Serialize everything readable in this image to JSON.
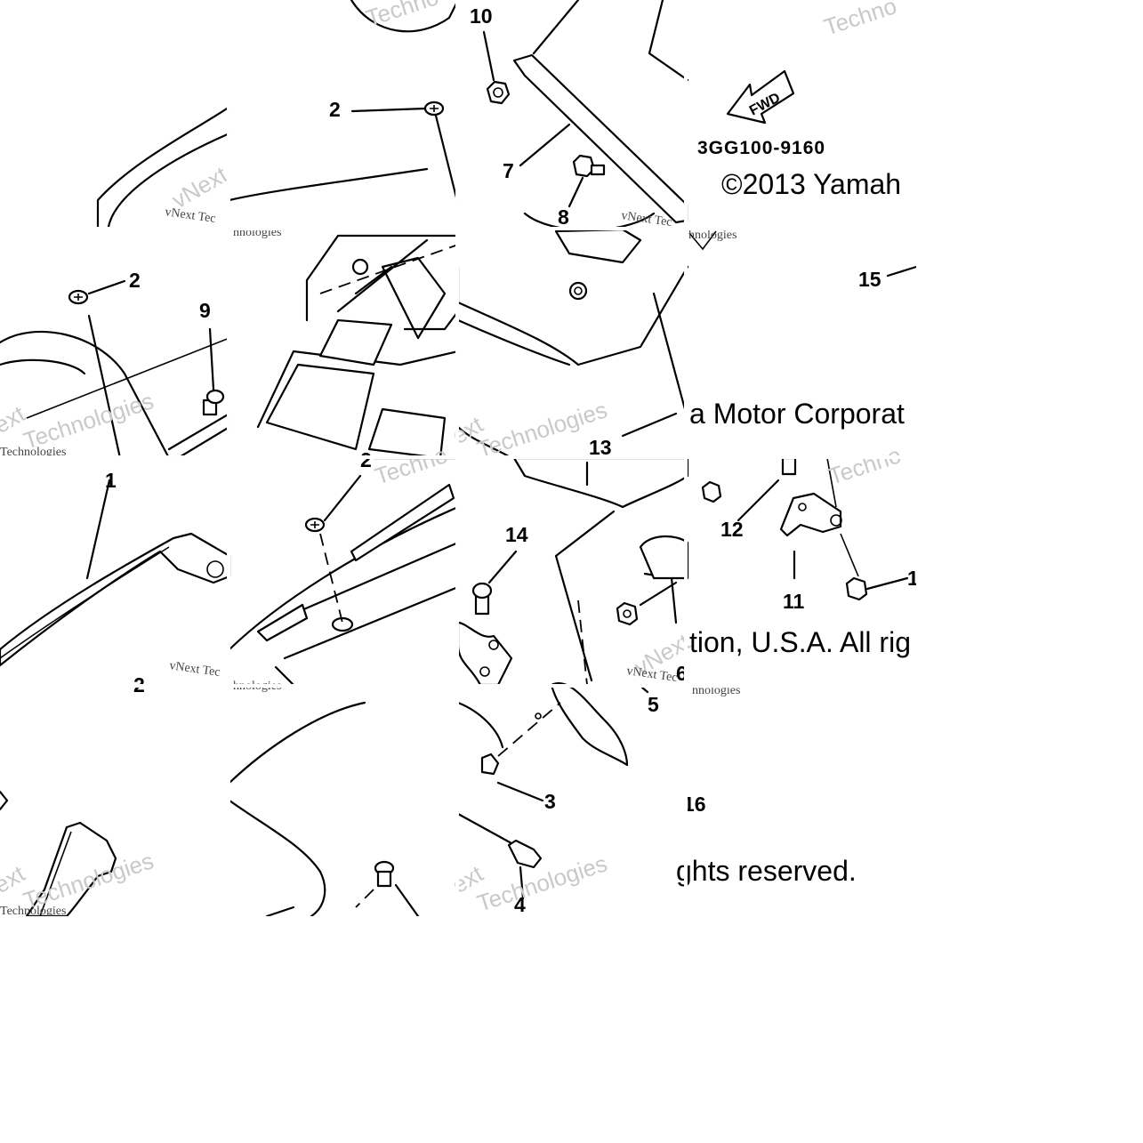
{
  "diagram": {
    "part_number": "3GG100-9160",
    "direction_label": "FWD",
    "copyright_lines": [
      "©2013 Yamah",
      "a Motor Corporat",
      "tion, U.S.A. All rig",
      "ghts reserved."
    ],
    "watermark_big": "Techno",
    "watermark_vnext": "vNext",
    "watermark_vnext_small": "vNext Tec",
    "watermark_technologies": "Technologies",
    "watermark_tail": "hnologies",
    "watermark_ext": "ext",
    "callouts": {
      "c1": "1",
      "c2a": "2",
      "c2b": "2",
      "c2c": "2",
      "c2d": "2",
      "c3": "3",
      "c4": "4",
      "c5": "5",
      "c6": "6",
      "c7": "7",
      "c8": "8",
      "c9": "9",
      "c10": "10",
      "c11": "11",
      "c12": "12",
      "c13": "13",
      "c14": "14",
      "c15": "15",
      "c16": "16",
      "c1b": "1"
    }
  }
}
